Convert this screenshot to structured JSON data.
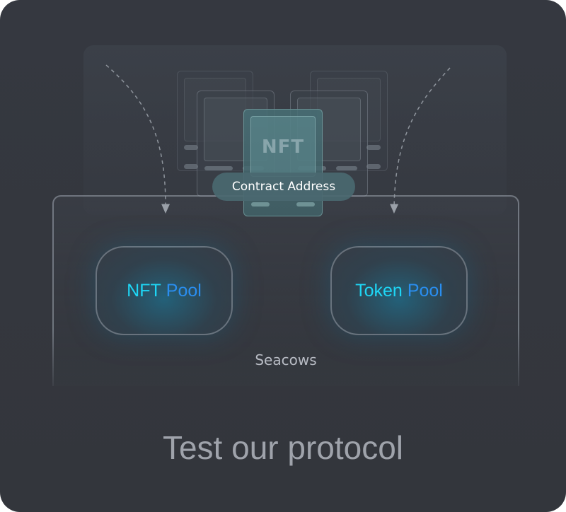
{
  "diagram": {
    "nft_card_text": "NFT",
    "contract_label": "Contract Address",
    "nft_pool": {
      "word1": "NFT",
      "word2": "Pool"
    },
    "token_pool": {
      "word1": "Token",
      "word2": "Pool"
    },
    "container_label": "Seacows"
  },
  "page": {
    "title": "Test our protocol"
  },
  "colors": {
    "background": "#35383f",
    "accent_cyan": "#1ed6f5",
    "accent_blue": "#2a8ef0",
    "title_text": "#9fa3ab"
  }
}
